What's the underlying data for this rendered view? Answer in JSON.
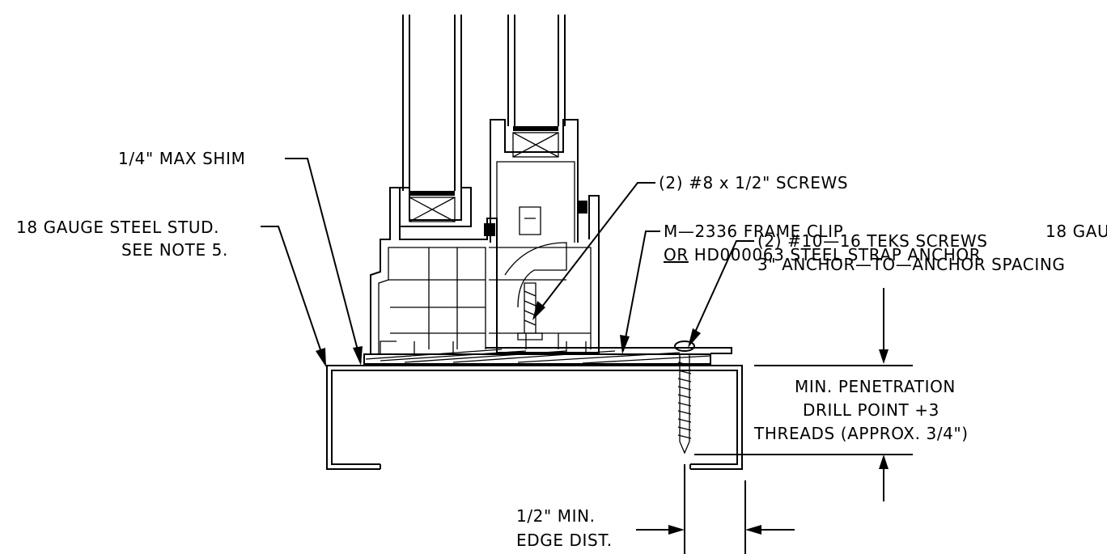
{
  "labels": {
    "max_shim": "1/4\" MAX SHIM",
    "screws_8": "(2)  #8 x 1/2\" SCREWS",
    "frame_clip": "M—2336 FRAME CLIP",
    "steel_strap_or": "OR",
    "steel_strap_rest": " HD000063 STEEL STRAP ANCHOR",
    "gauge_right_cut": "18 GAU",
    "stud_line1": "18 GAUGE STEEL STUD.",
    "stud_line2": "SEE NOTE 5.",
    "teks_line1": "(2) #10—16 TEKS SCREWS",
    "teks_line2": "3\" ANCHOR—TO—ANCHOR SPACING",
    "penetration_line1": "MIN. PENETRATION",
    "penetration_line2": "DRILL POINT +3",
    "penetration_line3": "THREADS (APPROX. 3/4\")",
    "edge_line1": "1/2\" MIN.",
    "edge_line2": "EDGE DIST."
  },
  "colors": {
    "ink": "#000000",
    "paper": "#ffffff"
  }
}
